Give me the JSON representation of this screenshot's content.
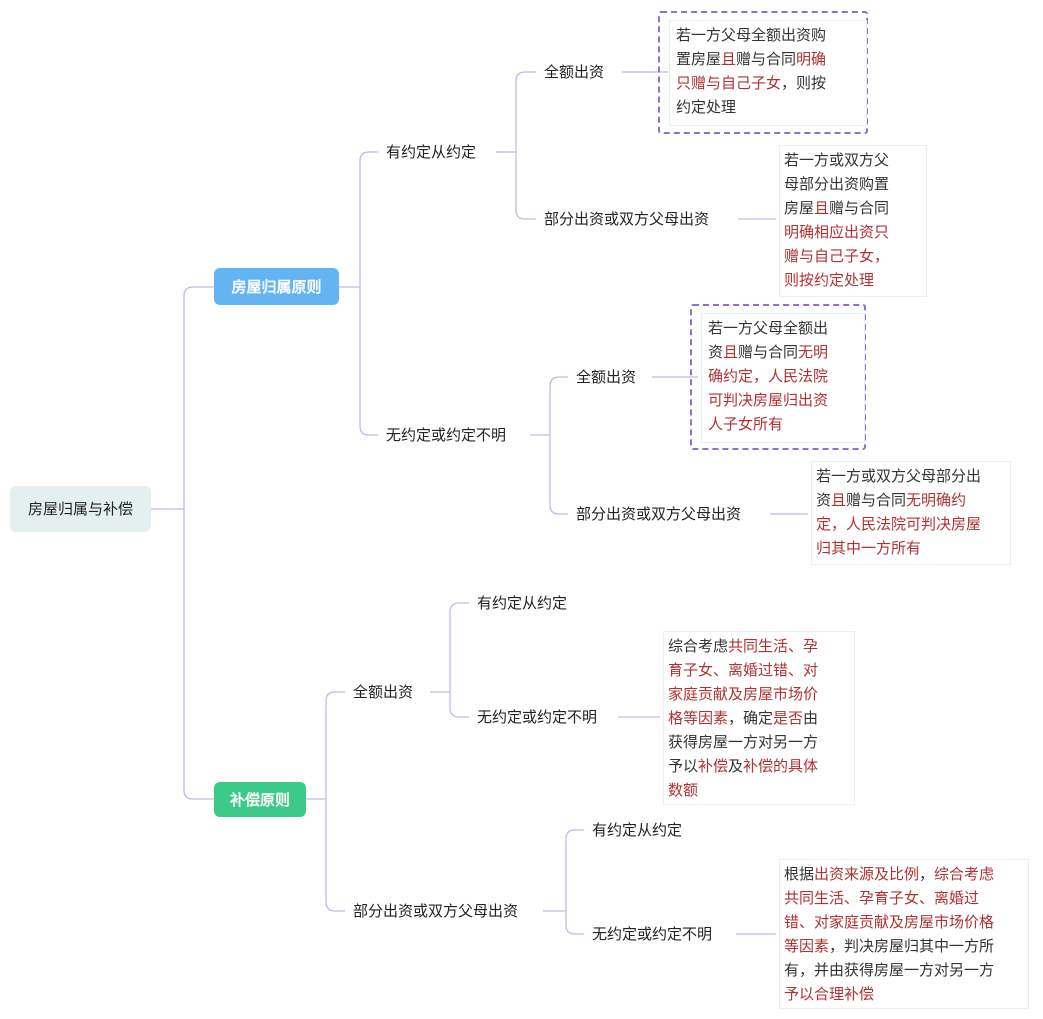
{
  "root": "房屋归属与补偿",
  "branches": {
    "ownership": {
      "label": "房屋归属原则",
      "agreed": {
        "label": "有约定从约定",
        "full": {
          "label": "全额出资",
          "desc": [
            [
              {
                "t": "若一方父母全额出资购"
              }
            ],
            [
              {
                "t": "置房屋"
              },
              {
                "t": "且",
                "r": true
              },
              {
                "t": "赠与合同"
              },
              {
                "t": "明确",
                "r": true
              }
            ],
            [
              {
                "t": "只赠与自己子女",
                "r": true
              },
              {
                "t": "，则按"
              }
            ],
            [
              {
                "t": "约定处理"
              }
            ]
          ]
        },
        "partial": {
          "label": "部分出资或双方父母出资",
          "desc": [
            [
              {
                "t": "若一方或双方父"
              }
            ],
            [
              {
                "t": "母部分出资购置"
              }
            ],
            [
              {
                "t": "房屋"
              },
              {
                "t": "且",
                "r": true
              },
              {
                "t": "赠与合同"
              }
            ],
            [
              {
                "t": "明确相应出资只",
                "r": true
              }
            ],
            [
              {
                "t": "赠与自己子女，",
                "r": true
              }
            ],
            [
              {
                "t": "则按约定处理",
                "r": true
              }
            ]
          ]
        }
      },
      "unagreed": {
        "label": "无约定或约定不明",
        "full": {
          "label": "全额出资",
          "desc": [
            [
              {
                "t": "若一方父母全额出"
              }
            ],
            [
              {
                "t": "资"
              },
              {
                "t": "且",
                "r": true
              },
              {
                "t": "赠与合同"
              },
              {
                "t": "无明",
                "r": true
              }
            ],
            [
              {
                "t": "确约定，人民法院",
                "r": true
              }
            ],
            [
              {
                "t": "可判决房屋归出资",
                "r": true
              }
            ],
            [
              {
                "t": "人子女所有",
                "r": true
              }
            ]
          ]
        },
        "partial": {
          "label": "部分出资或双方父母出资",
          "desc": [
            [
              {
                "t": "若一方或双方父母部分出"
              }
            ],
            [
              {
                "t": "资"
              },
              {
                "t": "且",
                "r": true
              },
              {
                "t": "赠与合同"
              },
              {
                "t": "无明确约",
                "r": true
              }
            ],
            [
              {
                "t": "定，人民法院可判决房屋",
                "r": true
              }
            ],
            [
              {
                "t": "归其中一方所有",
                "r": true
              }
            ]
          ]
        }
      }
    },
    "compensation": {
      "label": "补偿原则",
      "full": {
        "label": "全额出资",
        "agreed": "有约定从约定",
        "unagreed": "无约定或约定不明",
        "desc": [
          [
            {
              "t": "综合考虑"
            },
            {
              "t": "共同生活、孕",
              "r": true
            }
          ],
          [
            {
              "t": "育子女、离婚过错、对",
              "r": true
            }
          ],
          [
            {
              "t": "家庭贡献及房屋市场价",
              "r": true
            }
          ],
          [
            {
              "t": "格等因素",
              "r": true
            },
            {
              "t": "，确定"
            },
            {
              "t": "是否",
              "r": true
            },
            {
              "t": "由"
            }
          ],
          [
            {
              "t": "获得房屋一方对另一方"
            }
          ],
          [
            {
              "t": "予以"
            },
            {
              "t": "补偿",
              "r": true
            },
            {
              "t": "及"
            },
            {
              "t": "补偿的具体",
              "r": true
            }
          ],
          [
            {
              "t": "数额",
              "r": true
            }
          ]
        ]
      },
      "partial": {
        "label": "部分出资或双方父母出资",
        "agreed": "有约定从约定",
        "unagreed": "无约定或约定不明",
        "desc": [
          [
            {
              "t": "根据"
            },
            {
              "t": "出资来源及比例",
              "r": true
            },
            {
              "t": "，"
            },
            {
              "t": "综合考虑",
              "r": true
            }
          ],
          [
            {
              "t": "共同生活、孕育子女、离婚过",
              "r": true
            }
          ],
          [
            {
              "t": "错、对家庭贡献及房屋市场价格",
              "r": true
            }
          ],
          [
            {
              "t": "等因素",
              "r": true
            },
            {
              "t": "，判决房屋归其中一方所"
            }
          ],
          [
            {
              "t": "有，并由获得房屋一方对另一方"
            }
          ],
          [
            {
              "t": "予以合理补偿",
              "r": true
            }
          ]
        ]
      }
    }
  }
}
